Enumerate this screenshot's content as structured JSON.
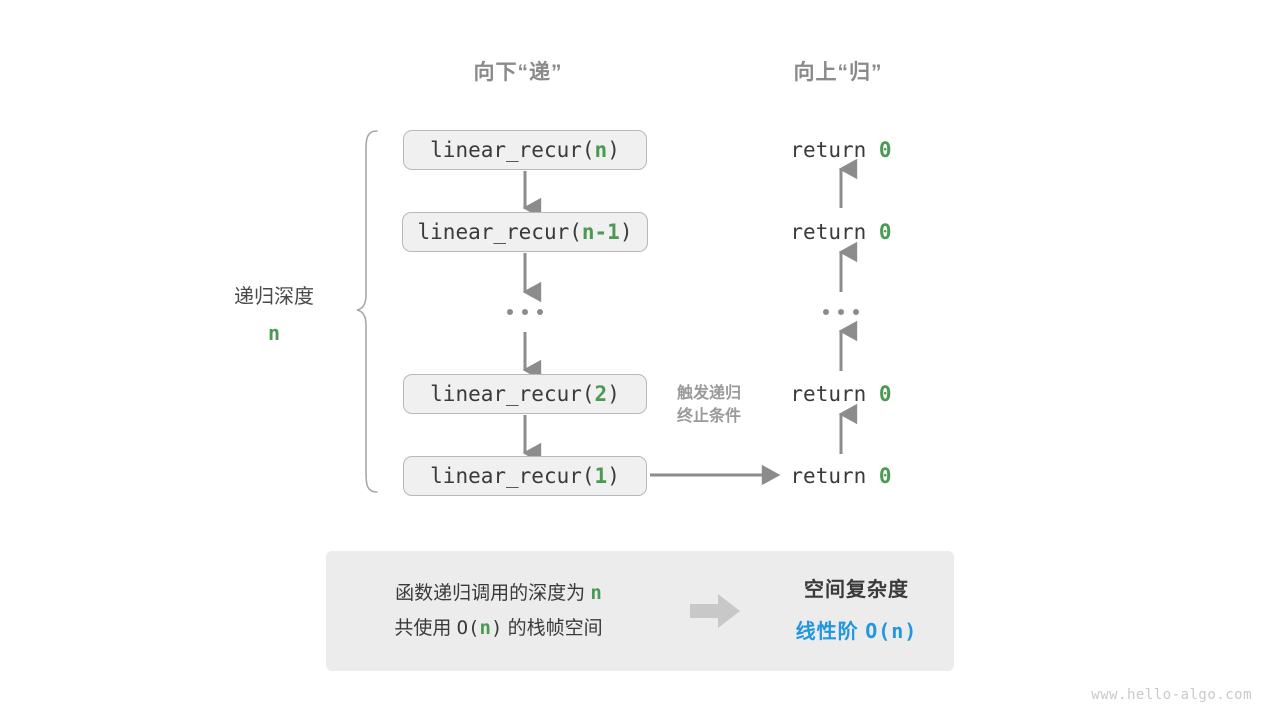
{
  "headers": {
    "down": "向下“递”",
    "up": "向上“归”"
  },
  "depth_label": {
    "text": "递归深度",
    "value": "n"
  },
  "call_stack": {
    "boxes": [
      {
        "prefix": "linear_recur(",
        "arg": "n",
        "suffix": ")"
      },
      {
        "prefix": "linear_recur(",
        "arg": "n-1",
        "suffix": ")"
      },
      {
        "ellipsis": "..."
      },
      {
        "prefix": "linear_recur(",
        "arg": "2",
        "suffix": ")"
      },
      {
        "prefix": "linear_recur(",
        "arg": "1",
        "suffix": ")"
      }
    ]
  },
  "return_stack": {
    "items": [
      {
        "keyword": "return",
        "value": "0"
      },
      {
        "keyword": "return",
        "value": "0"
      },
      {
        "ellipsis": "..."
      },
      {
        "keyword": "return",
        "value": "0"
      },
      {
        "keyword": "return",
        "value": "0"
      }
    ]
  },
  "trigger_note": {
    "line1": "触发递归",
    "line2": "终止条件"
  },
  "summary": {
    "left_line1_pre": "函数递归调用的深度为 ",
    "left_line1_var": "n",
    "left_line2_pre": "共使用 ",
    "left_line2_o": "O(",
    "left_line2_var": "n",
    "left_line2_close": ")",
    "left_line2_post": " 的栈帧空间",
    "right_title": "空间复杂度",
    "right_value_label": "线性阶 ",
    "right_value_notation": "O(n)"
  },
  "watermark": "www.hello-algo.com",
  "colors": {
    "green": "#4a9a52",
    "blue": "#2196e3",
    "gray_text": "#8a8a8a",
    "arrow": "#8c8c8c",
    "box_fill": "#f0f0f0",
    "box_border": "#b8b8b8",
    "panel_fill": "#ececec"
  }
}
